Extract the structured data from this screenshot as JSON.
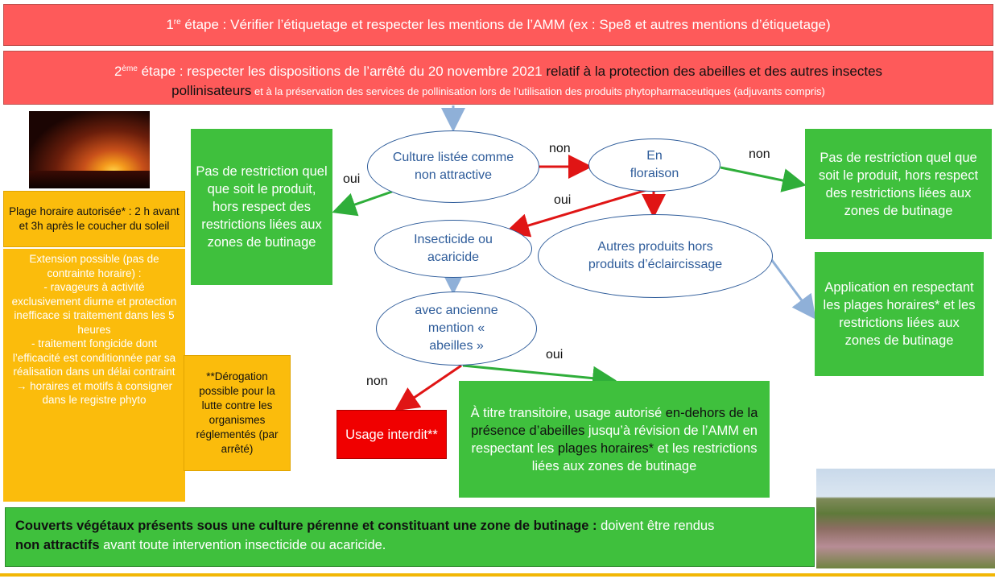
{
  "step1": {
    "prefix": "1",
    "sup": "re",
    "text": " étape : Vérifier l’étiquetage et respecter les mentions de l’AMM (ex : Spe8 et autres mentions d’étiquetage)"
  },
  "step2": {
    "prefix": "2",
    "sup": "ème",
    "text_a": " étape : respecter les dispositions de l’arrêté du 20 novembre 2021 ",
    "text_b": "relatif à la protection des abeilles et des autres insectes",
    "text_c": "pollinisateurs",
    "text_d": " et à la préservation des services de pollinisation lors de l’utilisation des produits phytopharmaceutiques (adjuvants compris)"
  },
  "left": {
    "plage": "Plage horaire autorisée* : 2 h avant et 3h après le coucher du soleil",
    "extension_title": "Extension possible (pas de contrainte horaire) :",
    "ext_item1": "-        ravageurs à activité exclusivement diurne et protection inefficace si traitement dans les 5 heures",
    "ext_item2": "-        traitement fongicide dont l’efficacité est conditionnée par sa réalisation dans un délai contraint",
    "ext_item3": "→ horaires et motifs à consigner dans le registre phyto",
    "derogation": "**Dérogation possible pour la lutte contre les organismes réglementés (par arrêté)"
  },
  "nodes": {
    "no_restriction_left": "Pas de restriction quel que soit le produit, hors respect des restrictions liées aux zones de butinage",
    "culture": "Culture listée comme non attractive",
    "floraison": "En floraison",
    "no_restriction_right": "Pas de restriction quel que soit le produit, hors respect des restrictions liées aux zones de butinage",
    "insecticide": "Insecticide ou acaricide",
    "autres": "Autres produits hors produits d’éclaircissage",
    "application": "Application en respectant les plages horaires* et les restrictions liées aux zones de butinage",
    "ancienne": "avec ancienne mention « abeilles »",
    "usage_interdit": "Usage interdit**",
    "transitoire_a": "À titre transitoire, usage autorisé ",
    "transitoire_b": "en-dehors de la présence d’abeilles",
    "transitoire_c": " jusqu’à révision de l’AMM en respectant les ",
    "transitoire_d": "plages horaires*",
    "transitoire_e": " et les restrictions liées aux zones de butinage"
  },
  "labels": {
    "oui_culture": "oui",
    "non_culture": "non",
    "oui_floraison": "oui",
    "non_floraison": "non",
    "non_ancienne": "non",
    "oui_ancienne": "oui"
  },
  "footer": {
    "bold_a": "Couverts végétaux présents sous une culture pérenne et constituant une zone de butinage :",
    "text_a": " doivent être rendus",
    "bold_b": "non attractifs",
    "text_b": " avant toute intervention insecticide ou acaricide."
  },
  "colors": {
    "red_band": "#fe5a5a",
    "red_box": "#f00000",
    "green": "#3fc03d",
    "orange": "#fbbc0c",
    "ellipse_border": "#2e5c9a",
    "arrow_red": "#e01515",
    "arrow_green": "#2fae3a",
    "arrow_blue": "#8fb0d8"
  }
}
